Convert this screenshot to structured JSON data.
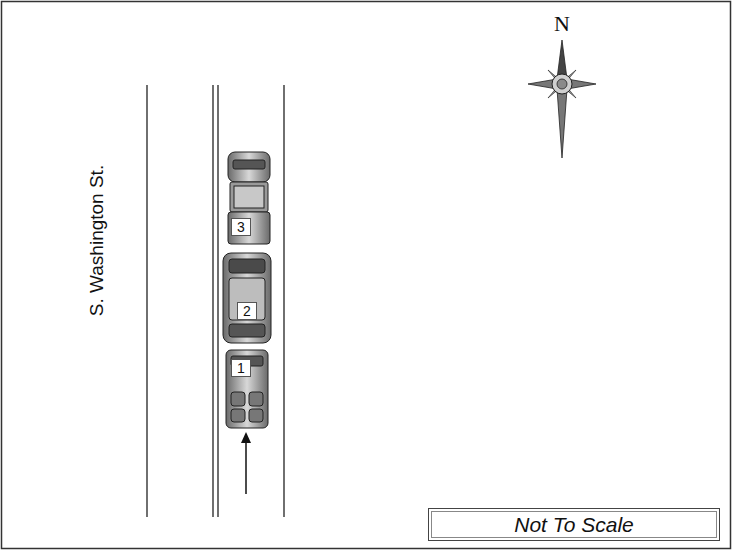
{
  "diagram": {
    "nodes": [
      {
        "text": [
          "Not To Scale"
        ]
      }
    ],
    "labels": [
      "S. Washington St.",
      "N",
      "3",
      "2",
      "1"
    ]
  }
}
